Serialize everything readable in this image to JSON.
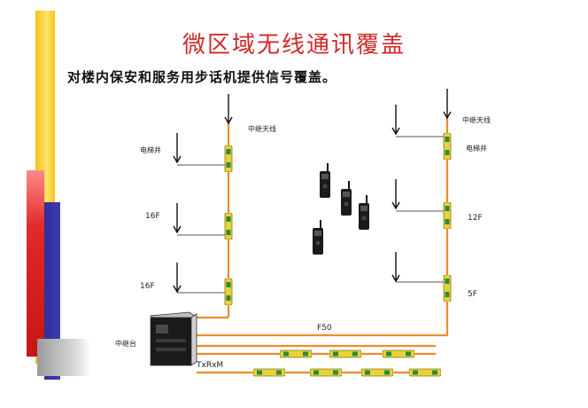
{
  "title": "微区域无线通讯覆盖",
  "subtitle": "对楼内保安和服务用步话机提供信号覆盖。",
  "labels": {
    "left_top_antenna": "中继天线",
    "left_elevator": "电梯井",
    "left_floor_a": "16F",
    "left_floor_b": "16F",
    "right_top_antenna": "中继天线",
    "right_elevator": "电梯井",
    "right_floor_a": "12F",
    "right_floor_b": "5F",
    "repeater": "中继台",
    "cable": "F50",
    "txrx": "TxRxM"
  },
  "colors": {
    "cable": "#f08c2a",
    "splitter": "#e8d23a",
    "splitter_accent": "#2f8a3a",
    "antenna": "#111111"
  },
  "icons": {
    "antenna": "antenna-icon",
    "splitter": "splitter-icon",
    "walkie_talkie": "walkie-talkie-icon",
    "repeater": "repeater-cabinet-icon"
  }
}
